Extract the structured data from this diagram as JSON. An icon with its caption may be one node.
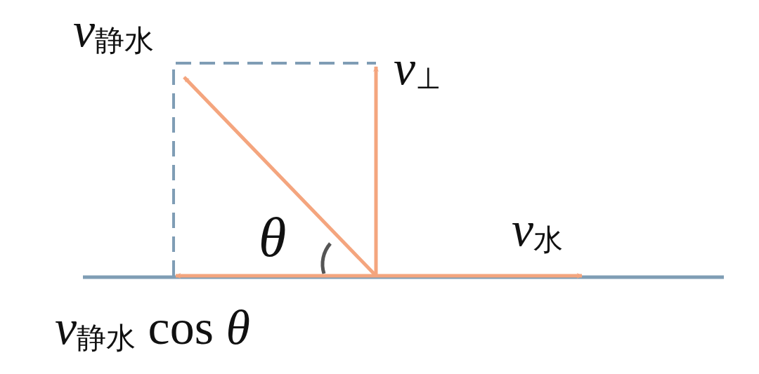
{
  "diagram": {
    "labels": [
      "*v*$_{静水}$",
      "*v*$_{⊥}$",
      "θ",
      "*v*$_{水}$",
      "*v*$_{静水}$ cos *θ*"
    ]
  }
}
